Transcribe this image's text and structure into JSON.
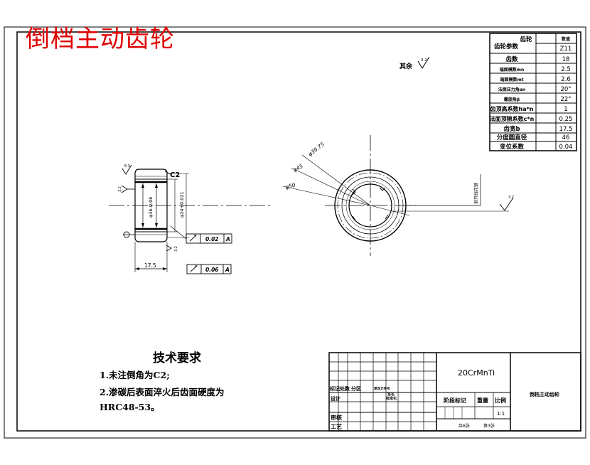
{
  "drawing": {
    "title": "倒档主动齿轮",
    "roughness_other_label": "其余",
    "roughness_values": {
      "other": "3.2",
      "left_top": "6.3",
      "left_side": "3.2",
      "left_bottom": "3.2",
      "spline": "3.2"
    }
  },
  "params_table": {
    "header_left": "齿轮参数",
    "header_mid": "齿轮",
    "header_right_top": "数值",
    "header_right_bottom": "Z11",
    "rows": [
      {
        "name": "齿数",
        "value": "18"
      },
      {
        "name": "端面模数mn",
        "value": "2.5"
      },
      {
        "name": "端面模数mt",
        "value": "2.6"
      },
      {
        "name": "法面压力角αn",
        "value": "20°"
      },
      {
        "name": "螺旋角β",
        "value": "22°"
      },
      {
        "name": "齿顶高系数ha*n",
        "value": "1"
      },
      {
        "name": "法面顶隙系数c*n",
        "value": "0.25"
      },
      {
        "name": "齿宽b",
        "value": "17.5"
      },
      {
        "name": "分度圆直径",
        "value": "46"
      },
      {
        "name": "变位系数",
        "value": "0.04"
      }
    ]
  },
  "side_view": {
    "chamfer": "C2",
    "width_dim": "17.5",
    "dia_outer": "φ36-0.06",
    "dia_inner": "φ24+0.021",
    "datum": "A",
    "tol_1": "0.02",
    "tol_2": "0.06"
  },
  "front_view": {
    "dim_1": "φ39.75",
    "dim_2": "φ45",
    "dim_3": "φ50",
    "spline_note": "渐开线花键"
  },
  "tech_requirements": {
    "title": "技术要求",
    "line_1": "1.未注倒角为C2;",
    "line_2": "2.渗碳后表面淬火后齿面硬度为",
    "line_3": "HRC48-53。"
  },
  "title_block": {
    "material": "20CrMnTi",
    "part_name": "倒档主动齿轮",
    "mark": "标记",
    "count": "处数",
    "zone": "分区",
    "doc_no": "更改文件号",
    "sign": "签名",
    "design": "设计",
    "std": "标准化",
    "stage_mark": "阶段标记",
    "weight": "重量",
    "scale_label": "比例",
    "scale": "1:1",
    "review": "审核",
    "process": "工艺",
    "sheets": "共6张",
    "sheet_no": "第3张"
  }
}
